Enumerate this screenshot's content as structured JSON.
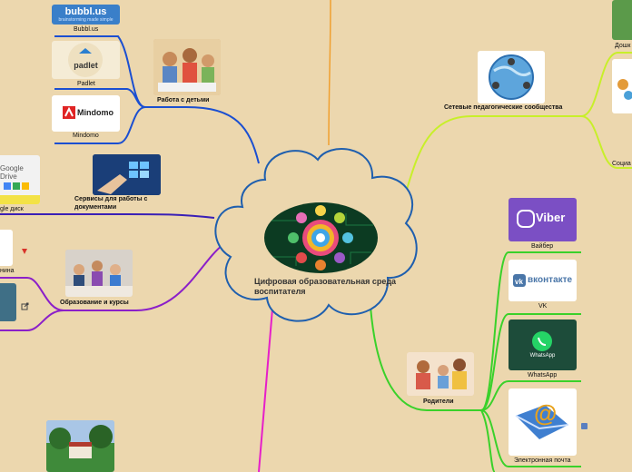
{
  "central": {
    "title": "Цифровая образовательная среда воспитателя"
  },
  "branches": {
    "work_with_children": "Работа с детьми",
    "bubbl": "Bubbl.us",
    "bubbl_logo": "bubbl.us",
    "bubbl_tagline": "brainstorming made simple",
    "padlet": "Padlet",
    "padlet_logo": "padlet",
    "mindomo": "Mindomo",
    "mindomo_logo": "Mindomo",
    "services_docs": "Сервисы для работы с документами",
    "google_drive": "gle диск",
    "google_drive_logo": "Google Drive",
    "education": "Образование и курсы",
    "education_sub": "нина",
    "network": "Сетевые педагогические сообщества",
    "preschool": "Дошк",
    "social": "Социа",
    "parents": "Родители",
    "viber": "Вайбер",
    "viber_logo": "Viber",
    "vk": "VK",
    "vk_logo": "вконтакте",
    "whatsapp": "WhatsApp",
    "whatsapp_logo": "WhatsApp",
    "email": "Электронная почта"
  },
  "colors": {
    "background": "#ecd7ae",
    "cloud_stroke": "#1f5fae",
    "blue_branch": "#1b4fd1",
    "purple_branch": "#8b1fc9",
    "dark_purple_branch": "#3a1fb6",
    "lime_branch": "#c8ef2a",
    "green_branch": "#3ad12a",
    "magenta_branch": "#e61fc9",
    "orange_branch": "#f0a030"
  },
  "icons": [
    "viber-icon",
    "vk-icon",
    "whatsapp-icon",
    "email-icon",
    "external-link-icon"
  ]
}
